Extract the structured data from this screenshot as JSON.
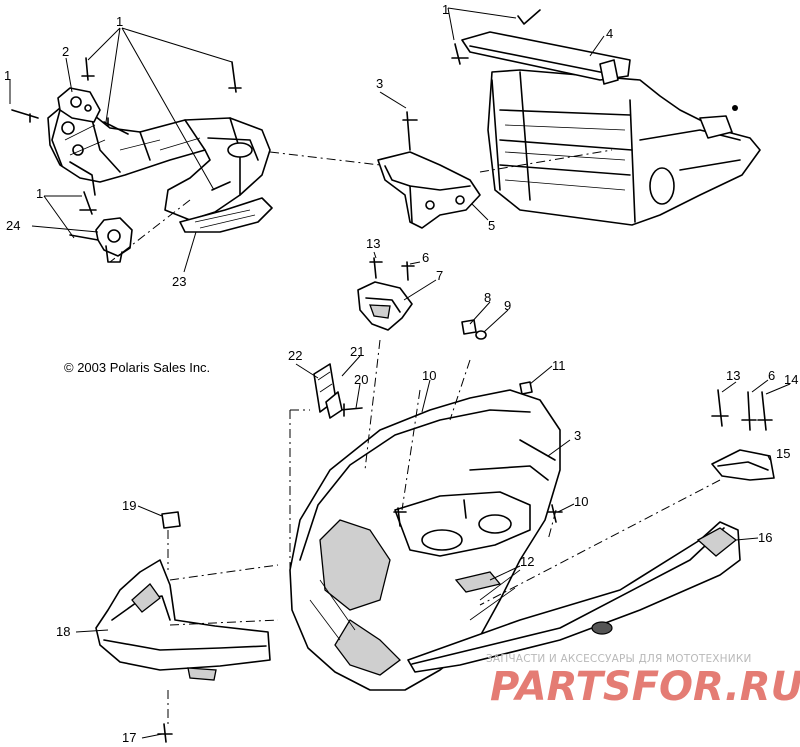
{
  "copyright": "© 2003 Polaris Sales Inc.",
  "watermark": {
    "tagline": "ЗАПЧАСТИ И АКСЕССУАРЫ ДЛЯ МОТОТЕХНИКИ",
    "logo": "PARTSFOR.RU"
  },
  "callouts": [
    {
      "id": "c1a",
      "text": "1"
    },
    {
      "id": "c1b",
      "text": "1"
    },
    {
      "id": "c1c",
      "text": "1"
    },
    {
      "id": "c1d",
      "text": "1"
    },
    {
      "id": "c2",
      "text": "2"
    },
    {
      "id": "c3a",
      "text": "3"
    },
    {
      "id": "c3b",
      "text": "3"
    },
    {
      "id": "c4",
      "text": "4"
    },
    {
      "id": "c5",
      "text": "5"
    },
    {
      "id": "c6a",
      "text": "6"
    },
    {
      "id": "c6b",
      "text": "6"
    },
    {
      "id": "c7",
      "text": "7"
    },
    {
      "id": "c8",
      "text": "8"
    },
    {
      "id": "c9",
      "text": "9"
    },
    {
      "id": "c10a",
      "text": "10"
    },
    {
      "id": "c10b",
      "text": "10"
    },
    {
      "id": "c11",
      "text": "11"
    },
    {
      "id": "c12",
      "text": "12"
    },
    {
      "id": "c13a",
      "text": "13"
    },
    {
      "id": "c13b",
      "text": "13"
    },
    {
      "id": "c14",
      "text": "14"
    },
    {
      "id": "c15",
      "text": "15"
    },
    {
      "id": "c16",
      "text": "16"
    },
    {
      "id": "c17",
      "text": "17"
    },
    {
      "id": "c18",
      "text": "18"
    },
    {
      "id": "c19",
      "text": "19"
    },
    {
      "id": "c20",
      "text": "20"
    },
    {
      "id": "c21",
      "text": "21"
    },
    {
      "id": "c22",
      "text": "22"
    },
    {
      "id": "c23",
      "text": "23"
    },
    {
      "id": "c24",
      "text": "24"
    }
  ]
}
